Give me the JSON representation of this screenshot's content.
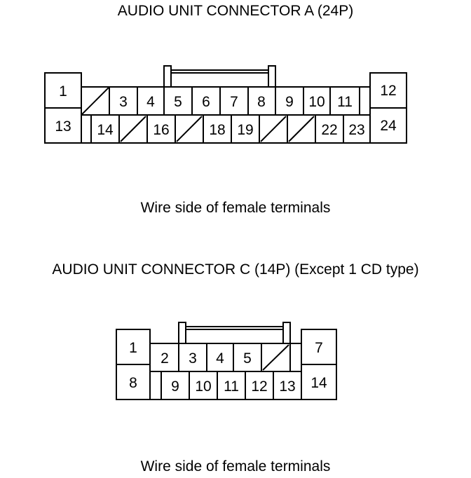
{
  "connector_a": {
    "title": "AUDIO UNIT CONNECTOR A (24P)",
    "caption": "Wire side of female terminals",
    "left_top": "1",
    "left_bottom": "13",
    "right_top": "12",
    "right_bottom": "24",
    "top_row": [
      "",
      "3",
      "4",
      "5",
      "6",
      "7",
      "8",
      "9",
      "10",
      "11"
    ],
    "bottom_row": [
      "14",
      "",
      "16",
      "",
      "18",
      "19",
      "",
      "",
      "22",
      "23"
    ]
  },
  "connector_c": {
    "title": "AUDIO UNIT CONNECTOR C (14P) (Except 1 CD type)",
    "caption": "Wire side of female terminals",
    "left_top": "1",
    "left_bottom": "8",
    "right_top": "7",
    "right_bottom": "14",
    "top_row": [
      "2",
      "3",
      "4",
      "5",
      ""
    ],
    "bottom_row": [
      "9",
      "10",
      "11",
      "12",
      "13"
    ]
  }
}
